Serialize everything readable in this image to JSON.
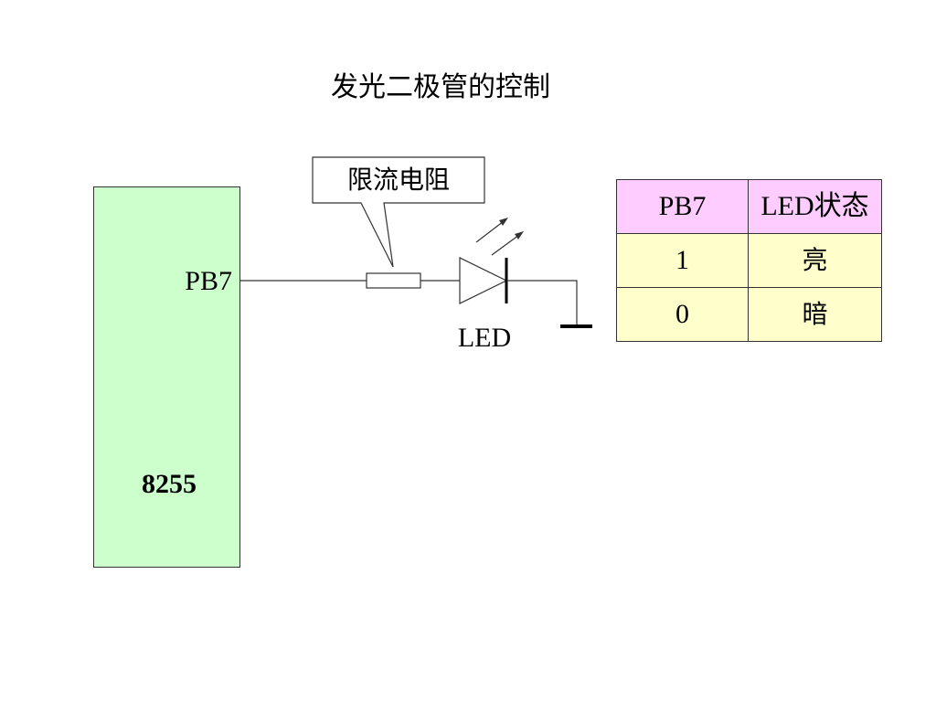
{
  "title": "发光二极管的控制",
  "chip": {
    "name": "8255",
    "pin": "PB7"
  },
  "resistor_label": "限流电阻",
  "led_label": "LED",
  "truth_table": {
    "headers": [
      "PB7",
      "LED状态"
    ],
    "rows": [
      [
        "1",
        "亮"
      ],
      [
        "0",
        "暗"
      ]
    ]
  },
  "colors": {
    "chip_fill": "#ccffcc",
    "header_fill": "#ffccff",
    "row_fill": "#ffffcc"
  }
}
